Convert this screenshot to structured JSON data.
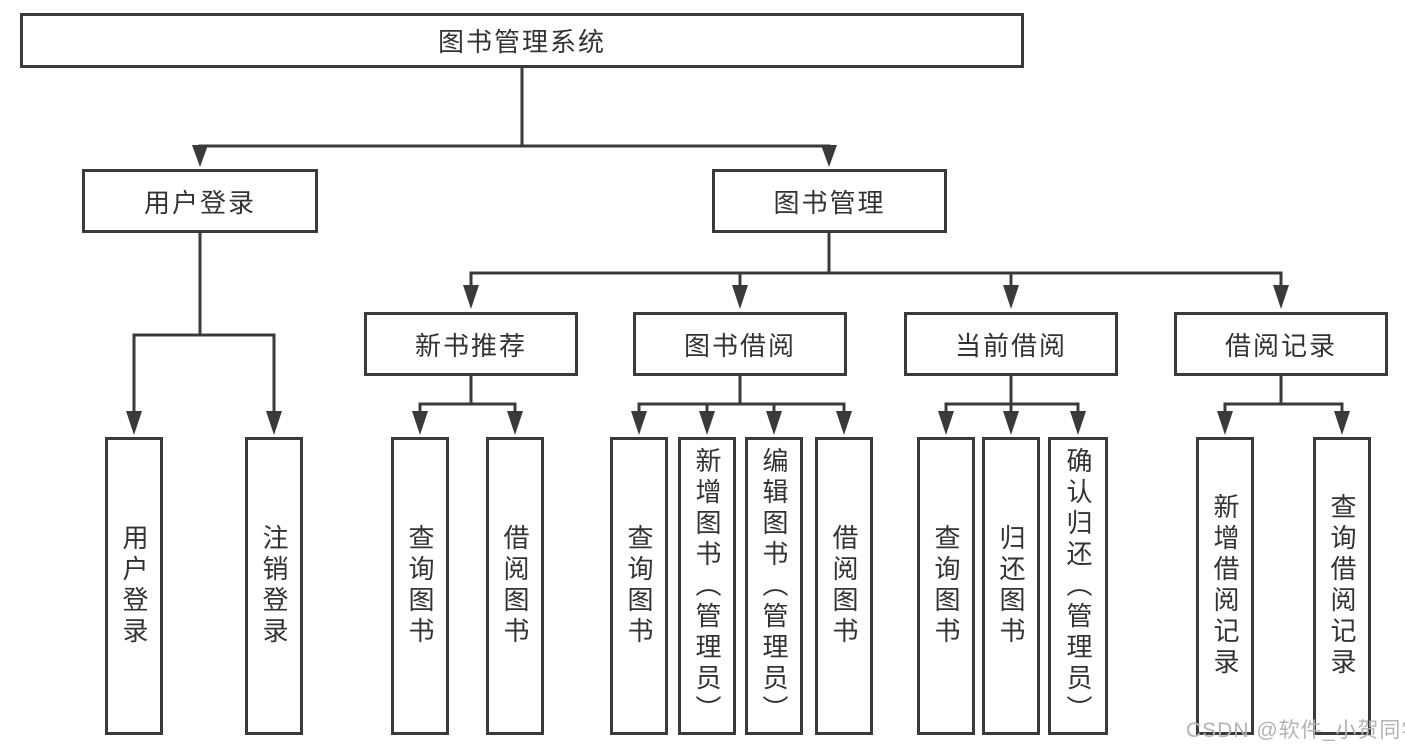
{
  "diagram_title": "图书管理系统",
  "colors": {
    "line": "#3a3a3a",
    "node_border": "#3a3a3a",
    "node_text": "#333333",
    "background": "#ffffff",
    "watermark_text": "#b3b3b3"
  },
  "watermark": {
    "text": "CSDN @软件_小贺同学"
  },
  "tree": {
    "label": "图书管理系统",
    "children": [
      {
        "label": "用户登录",
        "children": [
          {
            "label": "用户登录"
          },
          {
            "label": "注销登录"
          }
        ]
      },
      {
        "label": "图书管理",
        "children": [
          {
            "label": "新书推荐",
            "children": [
              {
                "label": "查询图书"
              },
              {
                "label": "借阅图书"
              }
            ]
          },
          {
            "label": "图书借阅",
            "children": [
              {
                "label": "查询图书"
              },
              {
                "label": "新增图书（管理员）"
              },
              {
                "label": "编辑图书（管理员）"
              },
              {
                "label": "借阅图书"
              }
            ]
          },
          {
            "label": "当前借阅",
            "children": [
              {
                "label": "查询图书"
              },
              {
                "label": "归还图书"
              },
              {
                "label": "确认归还（管理员）"
              }
            ]
          },
          {
            "label": "借阅记录",
            "children": [
              {
                "label": "新增借阅记录"
              },
              {
                "label": "查询借阅记录"
              }
            ]
          }
        ]
      }
    ]
  }
}
